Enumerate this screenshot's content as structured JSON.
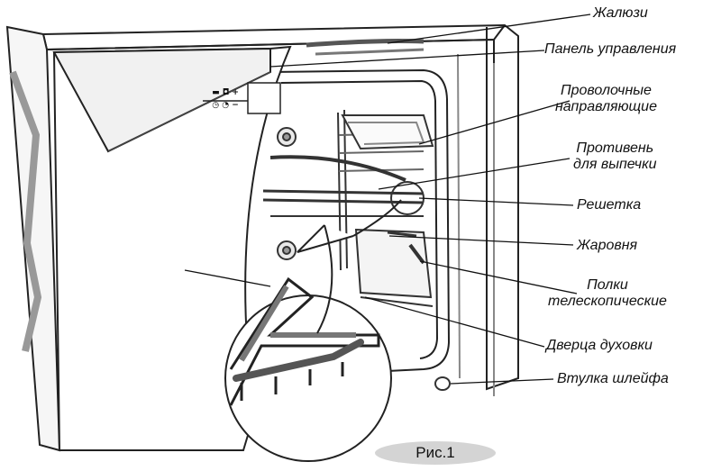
{
  "labels": {
    "blinds": "Жалюзи",
    "control_panel": "Панель управления",
    "wire_guides_line1": "Проволочные",
    "wire_guides_line2": "направляющие",
    "baking_tray_line1": "Противень",
    "baking_tray_line2": "для выпечки",
    "grid": "Решетка",
    "roasting_pan": "Жаровня",
    "telescopic_shelves_line1": "Полки",
    "telescopic_shelves_line2": "телескопические",
    "oven_door": "Дверца духовки",
    "cable_bushing": "Втулка шлейфа"
  },
  "panel_symbols": {
    "top_row": "▬ ◘ +",
    "bottom_row": "◷ ◔ −"
  },
  "figure_caption": "Рис.1"
}
